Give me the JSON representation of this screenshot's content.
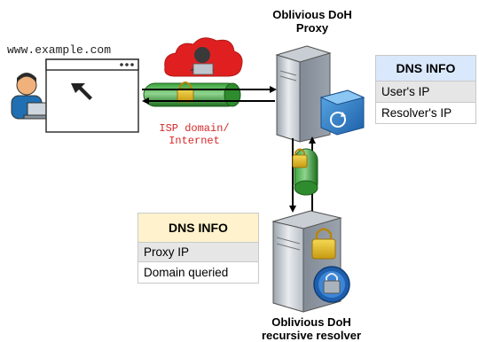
{
  "proxy_title": [
    "Oblivious DoH",
    "Proxy"
  ],
  "resolver_title": [
    "Oblivious DoH",
    "recursive resolver"
  ],
  "url": "www.example.com",
  "isp_label": [
    "ISP domain/",
    "Internet"
  ],
  "dns_info_proxy": {
    "header": "DNS INFO",
    "rows": [
      "User's IP",
      "Resolver's IP"
    ]
  },
  "dns_info_resolver": {
    "header": "DNS INFO",
    "rows": [
      "Proxy IP",
      "Domain queried"
    ]
  },
  "colors": {
    "info_header_blue": "#dae8fc",
    "info_header_yellow": "#fff2cc",
    "info_row_grey": "#e6e6e6",
    "tunnel_green": "#2e8b2e",
    "isp_red": "#d62728",
    "lock_gold": "#e8c22a"
  }
}
